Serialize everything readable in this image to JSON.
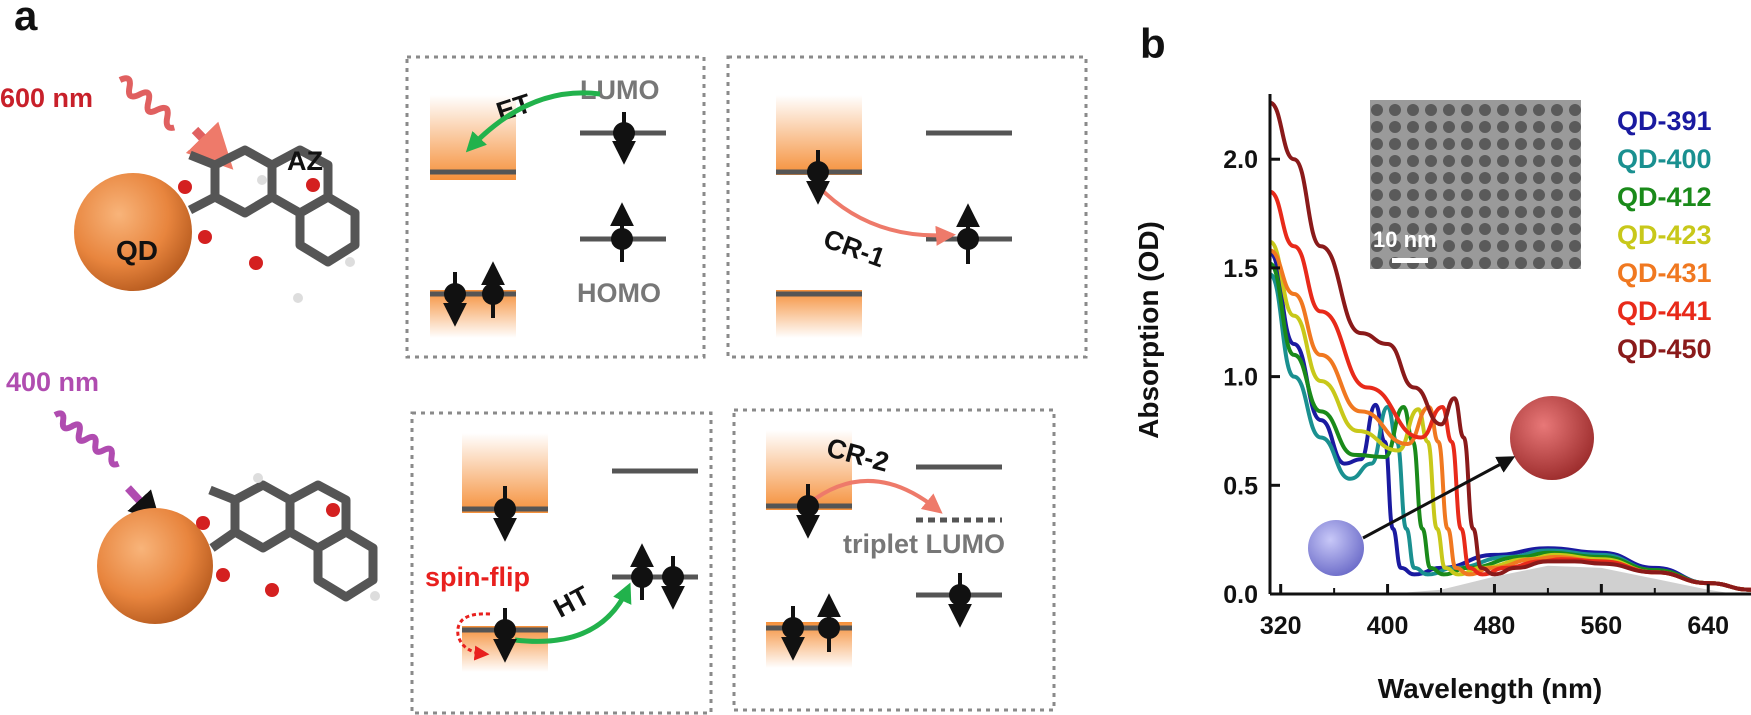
{
  "panel_a": {
    "label": "a",
    "top_scheme": {
      "wavelength": "600 nm",
      "az_label": "AZ",
      "qd_label": "QD"
    },
    "bottom_scheme": {
      "wavelength": "400 nm"
    },
    "box1": {
      "et": "ET",
      "lumo": "LUMO",
      "homo": "HOMO"
    },
    "box2": {
      "cr1": "CR-1"
    },
    "box3": {
      "spin_flip": "spin-flip",
      "ht": "HT"
    },
    "box4": {
      "cr2": "CR-2",
      "triplet": "triplet LUMO"
    }
  },
  "panel_b": {
    "label": "b",
    "inset_scale": "10 nm"
  },
  "colors": {
    "box_border": "#8a8a8a",
    "level": "#555555",
    "orange": "#f28a35",
    "green_arrow": "#22b24c",
    "salmon_arrow": "#ee7a6a",
    "label_600": "#c8202a",
    "label_400": "#b04cb0",
    "spin_flip": "#e8201e",
    "grey_text": "#777777"
  },
  "chart_data": {
    "type": "line",
    "xlabel": "Wavelength (nm)",
    "ylabel": "Absorption (OD)",
    "xlim": [
      312,
      672
    ],
    "ylim": [
      0,
      2.3
    ],
    "xticks": [
      "320",
      "400",
      "480",
      "560",
      "640"
    ],
    "yticks": [
      "0.0",
      "0.5",
      "1.0",
      "1.5",
      "2.0"
    ],
    "legend_position": "top-right",
    "series": [
      {
        "name": "QD-391",
        "color": "#1a1aa0",
        "x": [
          312,
          330,
          350,
          368,
          380,
          391,
          398,
          404,
          410,
          420,
          440,
          480,
          520,
          560,
          600,
          640,
          672
        ],
        "y": [
          1.57,
          1.15,
          0.8,
          0.6,
          0.62,
          0.87,
          0.7,
          0.3,
          0.12,
          0.09,
          0.12,
          0.18,
          0.21,
          0.19,
          0.12,
          0.05,
          0.02
        ]
      },
      {
        "name": "QD-400",
        "color": "#1a9090",
        "x": [
          312,
          330,
          350,
          372,
          388,
          400,
          407,
          414,
          420,
          430,
          450,
          490,
          520,
          560,
          600,
          640,
          672
        ],
        "y": [
          1.47,
          1.0,
          0.72,
          0.53,
          0.6,
          0.86,
          0.7,
          0.3,
          0.12,
          0.09,
          0.12,
          0.17,
          0.2,
          0.18,
          0.11,
          0.05,
          0.02
        ]
      },
      {
        "name": "QD-412",
        "color": "#1a8a1a",
        "x": [
          312,
          330,
          350,
          375,
          398,
          412,
          419,
          426,
          432,
          442,
          460,
          500,
          520,
          560,
          600,
          640,
          672
        ],
        "y": [
          1.52,
          1.1,
          0.84,
          0.64,
          0.63,
          0.86,
          0.7,
          0.3,
          0.12,
          0.09,
          0.12,
          0.17,
          0.19,
          0.17,
          0.11,
          0.05,
          0.02
        ]
      },
      {
        "name": "QD-423",
        "color": "#c8c81a",
        "x": [
          312,
          330,
          350,
          378,
          408,
          423,
          430,
          437,
          443,
          453,
          470,
          505,
          525,
          560,
          600,
          640,
          672
        ],
        "y": [
          1.62,
          1.28,
          0.98,
          0.75,
          0.66,
          0.85,
          0.7,
          0.3,
          0.12,
          0.09,
          0.12,
          0.16,
          0.18,
          0.16,
          0.1,
          0.05,
          0.02
        ]
      },
      {
        "name": "QD-431",
        "color": "#f07820",
        "x": [
          312,
          330,
          350,
          380,
          415,
          431,
          438,
          445,
          451,
          461,
          478,
          510,
          525,
          560,
          600,
          640,
          672
        ],
        "y": [
          1.58,
          1.38,
          1.1,
          0.84,
          0.69,
          0.86,
          0.7,
          0.3,
          0.12,
          0.09,
          0.12,
          0.16,
          0.17,
          0.15,
          0.1,
          0.05,
          0.02
        ]
      },
      {
        "name": "QD-441",
        "color": "#e82a1a",
        "x": [
          312,
          330,
          350,
          385,
          425,
          441,
          448,
          455,
          461,
          471,
          488,
          515,
          530,
          560,
          600,
          640,
          672
        ],
        "y": [
          1.85,
          1.6,
          1.3,
          0.95,
          0.72,
          0.86,
          0.7,
          0.3,
          0.12,
          0.09,
          0.12,
          0.15,
          0.16,
          0.15,
          0.1,
          0.05,
          0.02
        ]
      },
      {
        "name": "QD-450",
        "color": "#8a1a1a",
        "x": [
          312,
          330,
          350,
          380,
          400,
          420,
          440,
          450,
          457,
          464,
          470,
          480,
          496,
          520,
          540,
          560,
          600,
          640,
          672
        ],
        "y": [
          2.26,
          2.0,
          1.6,
          1.2,
          1.15,
          0.95,
          0.78,
          0.9,
          0.72,
          0.3,
          0.12,
          0.09,
          0.12,
          0.15,
          0.15,
          0.14,
          0.1,
          0.05,
          0.02
        ]
      }
    ]
  }
}
